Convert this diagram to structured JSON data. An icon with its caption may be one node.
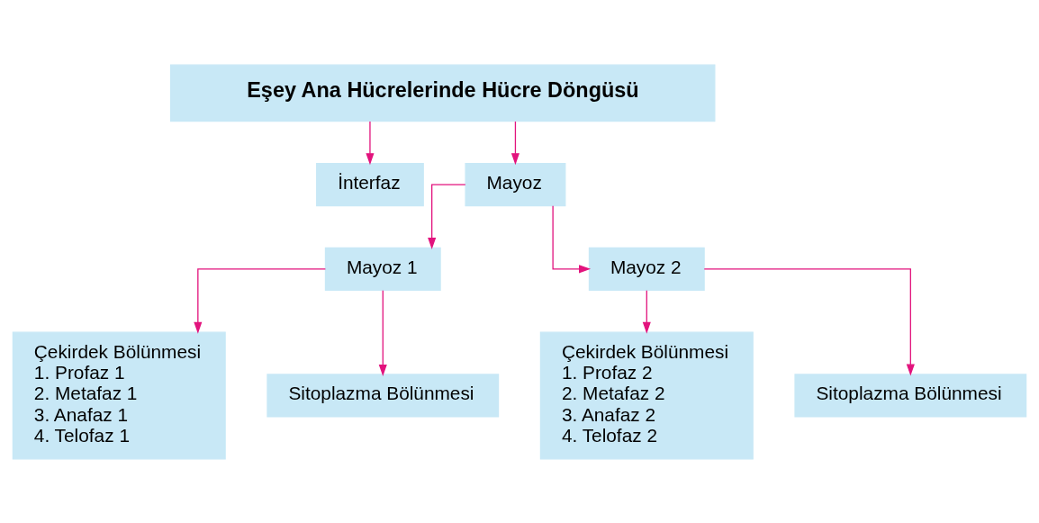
{
  "diagram": {
    "nodes": [
      {
        "text": [
          "Eşey Ana Hücrelerinde Hücre Döngüsü"
        ]
      },
      {
        "text": [
          "İnterfaz"
        ]
      },
      {
        "text": [
          "Mayoz"
        ]
      },
      {
        "text": [
          "Mayoz 1"
        ]
      },
      {
        "text": [
          "Mayoz 2"
        ]
      },
      {
        "text": [
          "Çekirdek Bölünmesi",
          "1. Profaz 1",
          "2. Metafaz 1",
          "3. Anafaz 1",
          "4. Telofaz 1"
        ]
      },
      {
        "text": [
          "Sitoplazma Bölünmesi"
        ]
      },
      {
        "text": [
          "Çekirdek Bölünmesi",
          "1. Profaz 2",
          "2. Metafaz 2",
          "3. Anafaz 2",
          "4. Telofaz 2"
        ]
      },
      {
        "text": [
          "Sitoplazma Bölünmesi"
        ]
      }
    ],
    "edges": [
      {
        "from": 0,
        "to": 1,
        "arrow": "to"
      },
      {
        "from": 0,
        "to": 2,
        "arrow": "to"
      },
      {
        "from": 2,
        "to": 3,
        "arrow": "to"
      },
      {
        "from": 2,
        "to": 4,
        "arrow": "to"
      },
      {
        "from": 3,
        "to": 5,
        "arrow": "to"
      },
      {
        "from": 3,
        "to": 6,
        "arrow": "to"
      },
      {
        "from": 4,
        "to": 7,
        "arrow": "to"
      },
      {
        "from": 4,
        "to": 8,
        "arrow": "to"
      }
    ]
  }
}
